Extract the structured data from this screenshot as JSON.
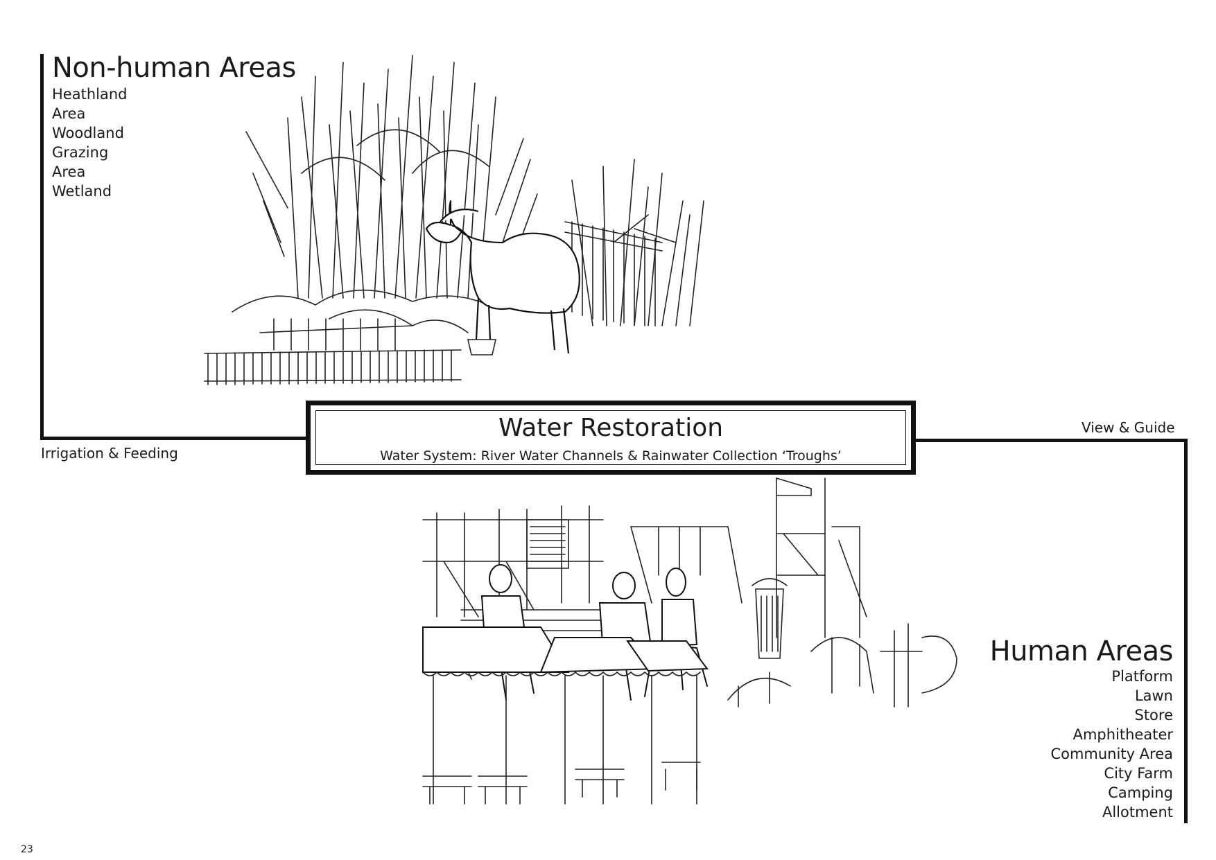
{
  "non_human": {
    "title": "Non-human Areas",
    "items": [
      "Heathland",
      "Area",
      "Woodland",
      "Grazing",
      "Area",
      "Wetland"
    ]
  },
  "center": {
    "title": "Water Restoration",
    "subtitle": "Water System: River Water Channels & Rainwater Collection ‘Troughs’"
  },
  "left_label": "Irrigation & Feeding",
  "right_label": "View & Guide",
  "human": {
    "title": "Human Areas",
    "items": [
      "Platform",
      "Lawn",
      "Store",
      "Amphitheater",
      "Community Area",
      "City Farm",
      "Camping",
      "Allotment"
    ]
  },
  "page_number": "23",
  "illustrations": {
    "top": "heathland-sheep-sketch",
    "bottom": "park-bench-playground-sketch"
  }
}
